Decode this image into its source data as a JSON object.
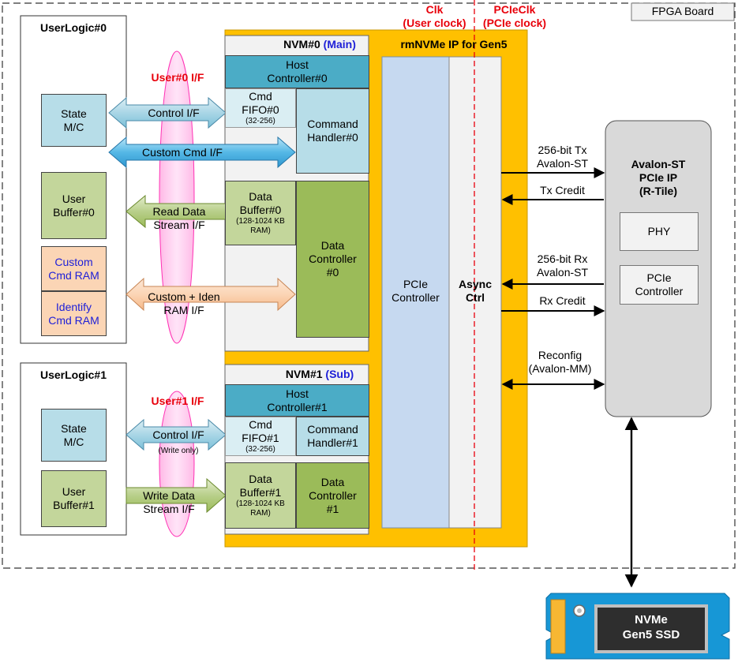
{
  "board": {
    "label": "FPGA Board"
  },
  "clocks": {
    "user_clk": "Clk",
    "user_clk_desc": "(User clock)",
    "pcie_clk": "PCIeClk",
    "pcie_clk_desc": "(PCIe clock)"
  },
  "ip": {
    "title": "rmNVMe IP for Gen5"
  },
  "userlogic0": {
    "title": "UserLogic#0",
    "state_mc": [
      "State",
      "M/C"
    ],
    "user_buffer": [
      "User",
      "Buffer#0"
    ],
    "custom_cmd_ram": [
      "Custom",
      "Cmd RAM"
    ],
    "identify_cmd_ram": [
      "Identify",
      "Cmd RAM"
    ]
  },
  "userlogic1": {
    "title": "UserLogic#1",
    "state_mc": [
      "State",
      "M/C"
    ],
    "user_buffer": [
      "User",
      "Buffer#1"
    ]
  },
  "interfaces": {
    "user0_if": "User#0 I/F",
    "user1_if": "User#1 I/F",
    "control_if": "Control I/F",
    "custom_cmd_if": "Custom Cmd I/F",
    "read_data": [
      "Read Data",
      "Stream I/F"
    ],
    "custom_iden": [
      "Custom + Iden",
      "RAM I/F"
    ],
    "control_if1": "Control I/F",
    "write_only": "(Write only)",
    "write_data": [
      "Write Data",
      "Stream I/F"
    ]
  },
  "nvm0": {
    "title": "NVM#0",
    "subtitle": "(Main)",
    "host_ctrl": [
      "Host",
      "Controller#0"
    ],
    "cmd_fifo": [
      "Cmd",
      "FIFO#0"
    ],
    "cmd_fifo_size": "(32-256)",
    "cmd_handler": [
      "Command",
      "Handler#0"
    ],
    "data_buffer": [
      "Data",
      "Buffer#0"
    ],
    "data_buffer_size": [
      "(128-1024 KB",
      "RAM)"
    ],
    "data_ctrl": [
      "Data",
      "Controller",
      "#0"
    ]
  },
  "nvm1": {
    "title": "NVM#1",
    "subtitle": "(Sub)",
    "host_ctrl": [
      "Host",
      "Controller#1"
    ],
    "cmd_fifo": [
      "Cmd",
      "FIFO#1"
    ],
    "cmd_fifo_size": "(32-256)",
    "cmd_handler": [
      "Command",
      "Handler#1"
    ],
    "data_buffer": [
      "Data",
      "Buffer#1"
    ],
    "data_buffer_size": [
      "(128-1024 KB",
      "RAM)"
    ],
    "data_ctrl": [
      "Data",
      "Controller",
      "#1"
    ]
  },
  "pcie_controller": [
    "PCIe",
    "Controller"
  ],
  "async_ctrl": [
    "Async",
    "Ctrl"
  ],
  "signals": {
    "tx": [
      "256-bit Tx",
      "Avalon-ST"
    ],
    "tx_credit": "Tx Credit",
    "rx": [
      "256-bit Rx",
      "Avalon-ST"
    ],
    "rx_credit": "Rx Credit",
    "reconfig": [
      "Reconfig",
      "(Avalon-MM)"
    ]
  },
  "pcie_ip": {
    "title": [
      "Avalon-ST",
      "PCIe IP",
      "(R-Tile)"
    ],
    "phy": "PHY",
    "controller": [
      "PCIe",
      "Controller"
    ]
  },
  "ssd": [
    "NVMe",
    "Gen5 SSD"
  ],
  "colors": {
    "ip_orange": "#ffc000",
    "light_blue": "#b7dde8",
    "teal": "#4bacc6",
    "green": "#9bbb59",
    "light_green": "#c3d69b",
    "peach": "#fbd5b5",
    "pcie_blue": "#c6d9f0",
    "red": "#e8000b",
    "blue_text": "#1f20d8"
  }
}
